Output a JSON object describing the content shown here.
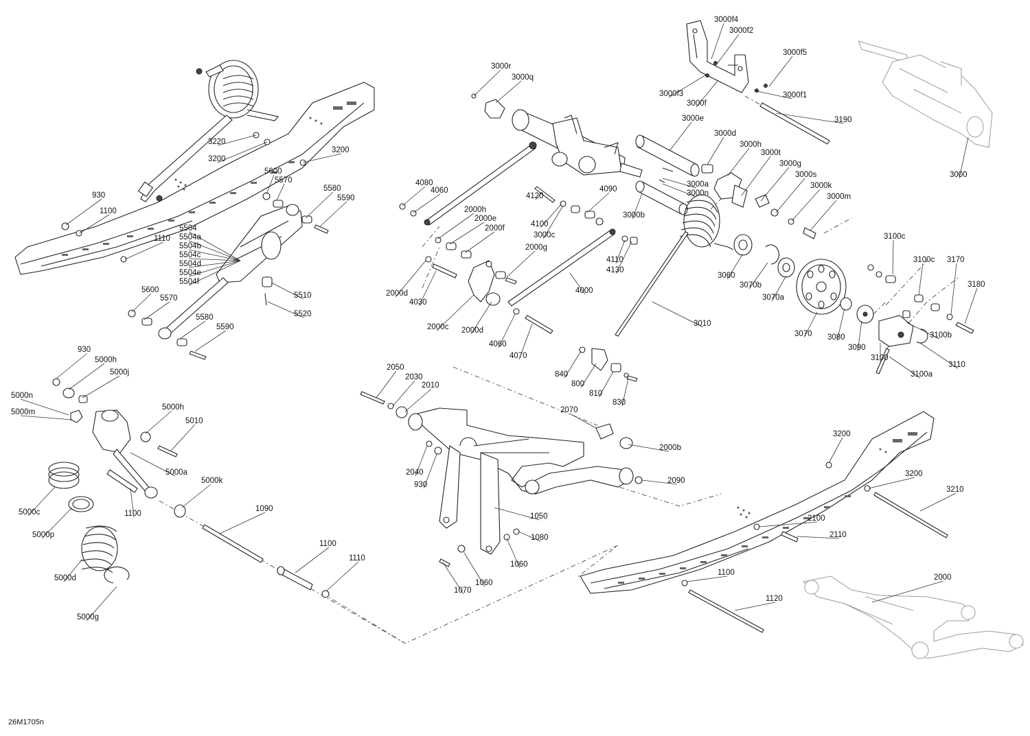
{
  "figure_code": "26M1705n",
  "callouts": [
    {
      "label": "3000f4"
    },
    {
      "label": "3000f2"
    },
    {
      "label": "3000f5"
    },
    {
      "label": "3000f3"
    },
    {
      "label": "3000f1"
    },
    {
      "label": "3000f"
    },
    {
      "label": "3000r"
    },
    {
      "label": "3000q"
    },
    {
      "label": "3190"
    },
    {
      "label": "3000"
    },
    {
      "label": "3000e"
    },
    {
      "label": "3000d"
    },
    {
      "label": "3000h"
    },
    {
      "label": "3000t"
    },
    {
      "label": "3000g"
    },
    {
      "label": "3000s"
    },
    {
      "label": "3000k"
    },
    {
      "label": "3000m"
    },
    {
      "label": "3000a"
    },
    {
      "label": "3000n"
    },
    {
      "label": "3000b"
    },
    {
      "label": "3000c"
    },
    {
      "label": "3220"
    },
    {
      "label": "3200"
    },
    {
      "label": "3200"
    },
    {
      "label": "930"
    },
    {
      "label": "1100"
    },
    {
      "label": "1110"
    },
    {
      "label": "5600"
    },
    {
      "label": "5570"
    },
    {
      "label": "5580"
    },
    {
      "label": "5590"
    },
    {
      "label": "5504"
    },
    {
      "label": "5504a"
    },
    {
      "label": "5504b"
    },
    {
      "label": "5504c"
    },
    {
      "label": "5504d"
    },
    {
      "label": "5504e"
    },
    {
      "label": "5504f"
    },
    {
      "label": "5510"
    },
    {
      "label": "5520"
    },
    {
      "label": "5600"
    },
    {
      "label": "5570"
    },
    {
      "label": "5580"
    },
    {
      "label": "5590"
    },
    {
      "label": "4080"
    },
    {
      "label": "4060"
    },
    {
      "label": "4120"
    },
    {
      "label": "4100"
    },
    {
      "label": "4090"
    },
    {
      "label": "4110"
    },
    {
      "label": "4130"
    },
    {
      "label": "2000h"
    },
    {
      "label": "2000e"
    },
    {
      "label": "2000f"
    },
    {
      "label": "2000g"
    },
    {
      "label": "2000d"
    },
    {
      "label": "4030"
    },
    {
      "label": "4000"
    },
    {
      "label": "2000c"
    },
    {
      "label": "2000d"
    },
    {
      "label": "4060"
    },
    {
      "label": "4070"
    },
    {
      "label": "3060"
    },
    {
      "label": "3070b"
    },
    {
      "label": "3070a"
    },
    {
      "label": "3010"
    },
    {
      "label": "3070"
    },
    {
      "label": "3080"
    },
    {
      "label": "3090"
    },
    {
      "label": "3100"
    },
    {
      "label": "3100c"
    },
    {
      "label": "3100c"
    },
    {
      "label": "3170"
    },
    {
      "label": "3180"
    },
    {
      "label": "3100b"
    },
    {
      "label": "3110"
    },
    {
      "label": "3100a"
    },
    {
      "label": "840"
    },
    {
      "label": "800"
    },
    {
      "label": "810"
    },
    {
      "label": "830"
    },
    {
      "label": "930"
    },
    {
      "label": "5000h"
    },
    {
      "label": "5000j"
    },
    {
      "label": "5000n"
    },
    {
      "label": "5000m"
    },
    {
      "label": "5000h"
    },
    {
      "label": "5010"
    },
    {
      "label": "5000a"
    },
    {
      "label": "5000c"
    },
    {
      "label": "5000p"
    },
    {
      "label": "1100"
    },
    {
      "label": "5000k"
    },
    {
      "label": "5000d"
    },
    {
      "label": "5000g"
    },
    {
      "label": "1090"
    },
    {
      "label": "1100"
    },
    {
      "label": "1110"
    },
    {
      "label": "2050"
    },
    {
      "label": "2030"
    },
    {
      "label": "2010"
    },
    {
      "label": "2040"
    },
    {
      "label": "930"
    },
    {
      "label": "2070"
    },
    {
      "label": "2000b"
    },
    {
      "label": "2090"
    },
    {
      "label": "1050"
    },
    {
      "label": "1080"
    },
    {
      "label": "1060"
    },
    {
      "label": "1070"
    },
    {
      "label": "1060"
    },
    {
      "label": "3200"
    },
    {
      "label": "3200"
    },
    {
      "label": "3210"
    },
    {
      "label": "2100"
    },
    {
      "label": "2110"
    },
    {
      "label": "1100"
    },
    {
      "label": "1120"
    },
    {
      "label": "2000"
    }
  ]
}
